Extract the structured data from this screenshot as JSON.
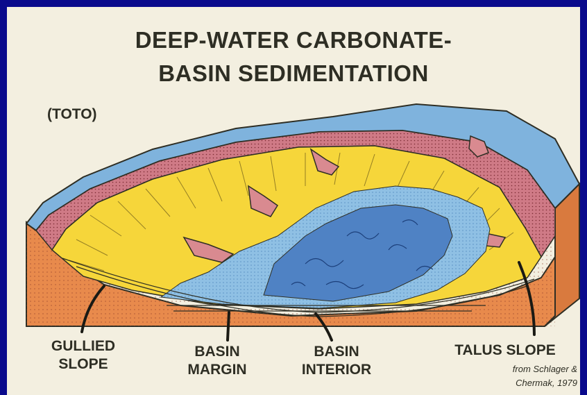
{
  "title": {
    "line1": "DEEP-WATER CARBONATE-",
    "line2": "BASIN SEDIMENTATION"
  },
  "subtitle": "(TOTO)",
  "labels": {
    "gullied_slope": [
      "GULLIED",
      "SLOPE"
    ],
    "basin_margin": [
      "BASIN",
      "MARGIN"
    ],
    "basin_interior": [
      "BASIN",
      "INTERIOR"
    ],
    "talus_slope": "TALUS SLOPE"
  },
  "credit": {
    "line1": "from Schlager &",
    "line2": "Chermak, 1979"
  },
  "colors": {
    "frame": "#0a0a8c",
    "background": "#f3efe0",
    "water": "#7fb3dd",
    "rim": "#cf7a86",
    "slope_yellow": "#f6d63a",
    "basin_light": "#8fc0e4",
    "basin_dark": "#4f82c4",
    "block_orange": "#e88a4c"
  }
}
